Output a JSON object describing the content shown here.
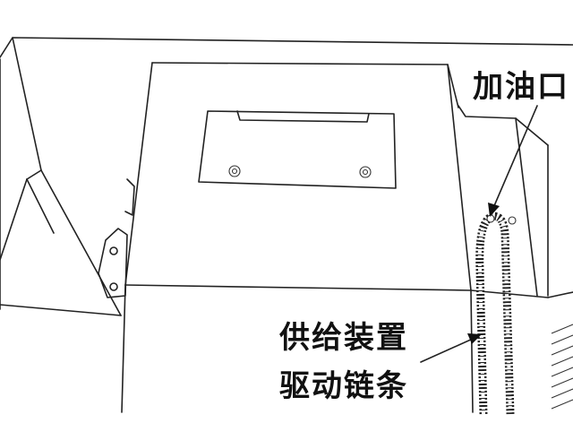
{
  "callouts": {
    "oil_inlet": "加油口",
    "drive_chain_line1": "供给装置",
    "drive_chain_line2": "驱动链条"
  }
}
